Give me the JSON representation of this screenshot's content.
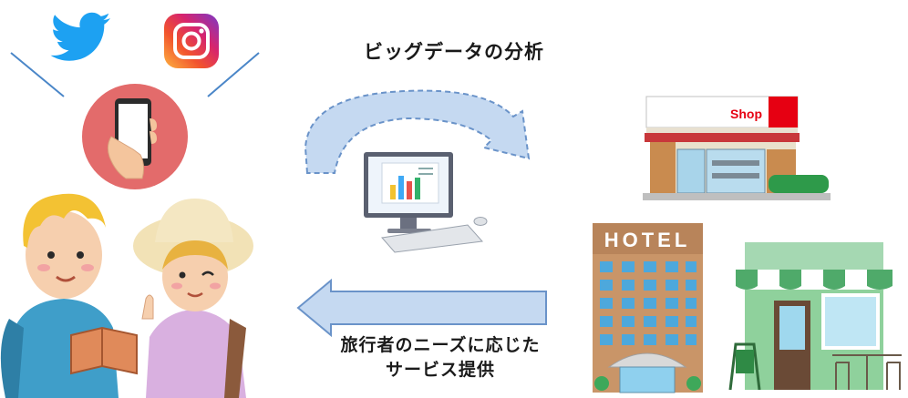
{
  "top_label": "ビッグデータの分析",
  "bottom_label_line1": "旅行者のニーズに応じた",
  "bottom_label_line2": "サービス提供",
  "shop_sign": "Shop",
  "hotel_sign": "HOTEL",
  "icons": [
    "twitter-icon",
    "instagram-icon",
    "smartphone-icon",
    "computer-icon",
    "shop-icon",
    "hotel-icon",
    "cafe-icon",
    "tourists-icon"
  ],
  "colors": {
    "arrow_fill": "#c5d9f1",
    "arrow_stroke": "#6a93c9",
    "phone_circle": "#e36b6b",
    "twitter": "#1da1f2",
    "shop_red": "#e60012",
    "hotel_brown": "#b8845a",
    "cafe_green": "#5cb878"
  }
}
